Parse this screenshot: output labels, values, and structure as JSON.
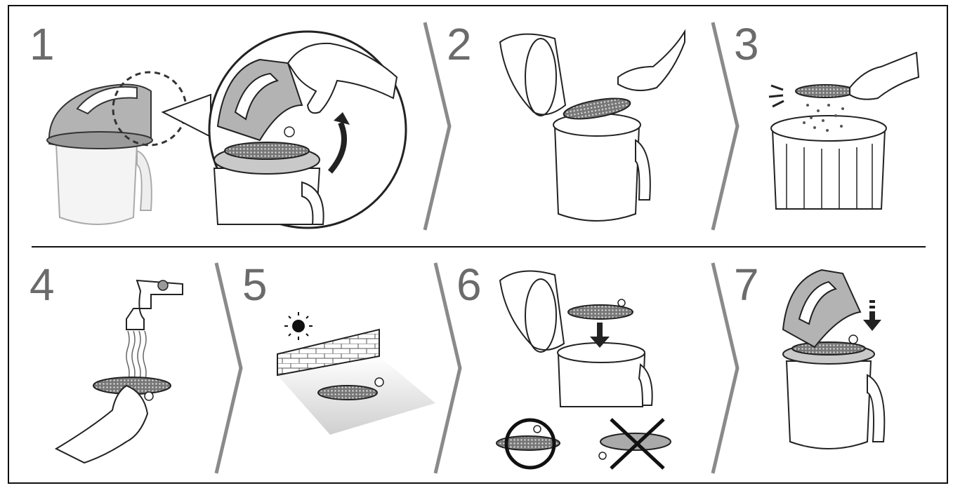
{
  "panels": {
    "p1": {
      "num": "1"
    },
    "p2": {
      "num": "2"
    },
    "p3": {
      "num": "3"
    },
    "p4": {
      "num": "4"
    },
    "p5": {
      "num": "5"
    },
    "p6": {
      "num": "6"
    },
    "p7": {
      "num": "7"
    }
  },
  "colors": {
    "lid_gray": "#b3b3b3",
    "number_gray": "#6b6b6b",
    "separator_gray": "#8a8a8a",
    "outline": "#111111",
    "cross": "#111111"
  },
  "icons": [
    "sun-icon",
    "water-stream-icon",
    "down-arrow-icon",
    "curved-arrow-icon",
    "cross-mark-icon",
    "correct-circle-icon"
  ]
}
